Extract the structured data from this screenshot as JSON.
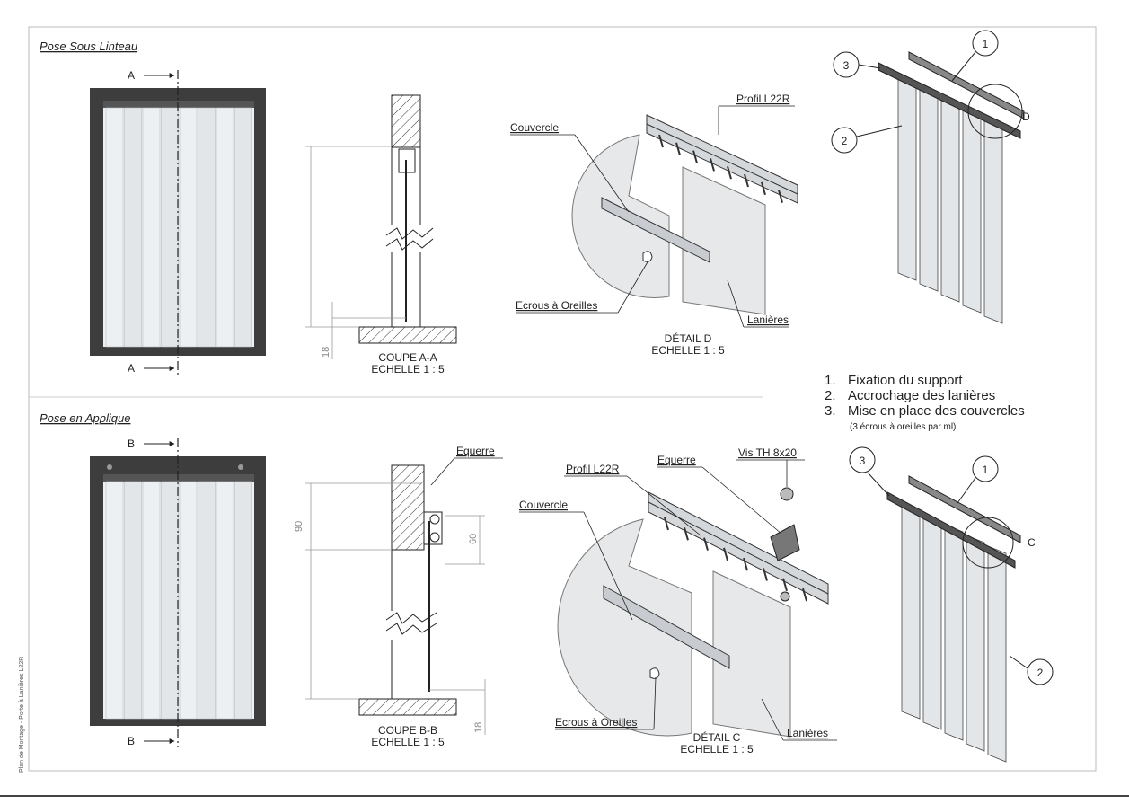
{
  "sections": {
    "top": "Pose Sous Linteau",
    "bottom": "Pose en Applique"
  },
  "front_top": {
    "cut_left": "A",
    "cut_right": "A"
  },
  "front_bottom": {
    "cut_left": "B",
    "cut_right": "B"
  },
  "section_top": {
    "caption1": "COUPE A-A",
    "caption2": "ECHELLE 1 : 5",
    "dim_18": "18"
  },
  "section_bottom": {
    "caption1": "COUPE B-B",
    "caption2": "ECHELLE 1 : 5",
    "dim_90": "90",
    "dim_60": "60",
    "dim_18": "18",
    "label_equerre": "Equerre"
  },
  "detail_d": {
    "profil": "Profil L22R",
    "couvercle": "Couvercle",
    "ecrous": "Ecrous à Oreilles",
    "lanieres": "Lanières",
    "caption1": "DÉTAIL D",
    "caption2": "ECHELLE 1 : 5"
  },
  "detail_c": {
    "profil": "Profil L22R",
    "equerre": "Equerre",
    "vis": "Vis TH 8x20",
    "couvercle": "Couvercle",
    "ecrous": "Ecrous à Oreilles",
    "lanieres": "Lanières",
    "caption1": "DÉTAIL C",
    "caption2": "ECHELLE 1 : 5"
  },
  "iso_top": {
    "b1": "1",
    "b2": "2",
    "b3": "3",
    "detail": "D"
  },
  "iso_bottom": {
    "b1": "1",
    "b2": "2",
    "b3": "3",
    "detail": "C"
  },
  "steps": [
    {
      "num": "1.",
      "text": "Fixation du support"
    },
    {
      "num": "2.",
      "text": "Accrochage des lanières"
    },
    {
      "num": "3.",
      "text": "Mise en place des couvercles"
    }
  ],
  "step_note": "(3 écrous à oreilles par ml)",
  "side_label": "Plan de Montage - Porte à Lanières L22R"
}
